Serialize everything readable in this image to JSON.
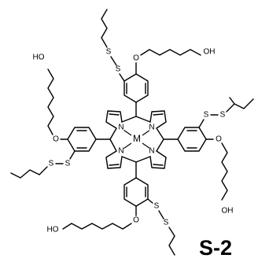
{
  "compound_label": "S-2",
  "metal": "M",
  "atoms": {
    "nitrogen": "N",
    "oxygen": "O",
    "sulfur": "S",
    "hydroxyl": "OH",
    "hydroxyl_left": "HO"
  }
}
